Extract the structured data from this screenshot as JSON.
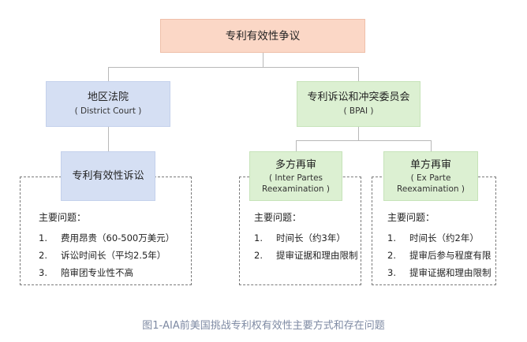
{
  "colors": {
    "root_fill": "#fbd7c6",
    "root_border": "#efbfa9",
    "blue_fill": "#d5dff3",
    "blue_border": "#c4d1ec",
    "green_fill": "#dcf0d2",
    "green_border": "#c6e3b9",
    "connector": "#b8b8b8",
    "caption": "#7e8aa3"
  },
  "root": {
    "label": "专利有效性争议"
  },
  "district_court": {
    "label": "地区法院",
    "sub": "( District Court )"
  },
  "bpai": {
    "label": "专利诉讼和冲突委员会",
    "sub": "( BPAI )"
  },
  "litigation": {
    "label": "专利有效性诉讼",
    "issues_title": "主要问题：",
    "issues": [
      {
        "num": "1.",
        "text": "费用昂贵（60-500万美元）"
      },
      {
        "num": "2.",
        "text": "诉讼时间长（平均2.5年）"
      },
      {
        "num": "3.",
        "text": "陪审团专业性不高"
      }
    ]
  },
  "inter_partes": {
    "label": "多方再审",
    "sub1": "( Inter Partes",
    "sub2": "Reexamination )",
    "issues_title": "主要问题：",
    "issues": [
      {
        "num": "1.",
        "text": "时间长（约3年）"
      },
      {
        "num": "2.",
        "text": "提审证据和理由限制"
      }
    ]
  },
  "ex_parte": {
    "label": "单方再审",
    "sub1": "( Ex Parte",
    "sub2": "Reexamination )",
    "issues_title": "主要问题：",
    "issues": [
      {
        "num": "1.",
        "text": "时间长（约2年）"
      },
      {
        "num": "2.",
        "text": "提审后参与程度有限"
      },
      {
        "num": "3.",
        "text": "提审证据和理由限制"
      }
    ]
  },
  "caption": "图1-AIA前美国挑战专利权有效性主要方式和存在问题"
}
